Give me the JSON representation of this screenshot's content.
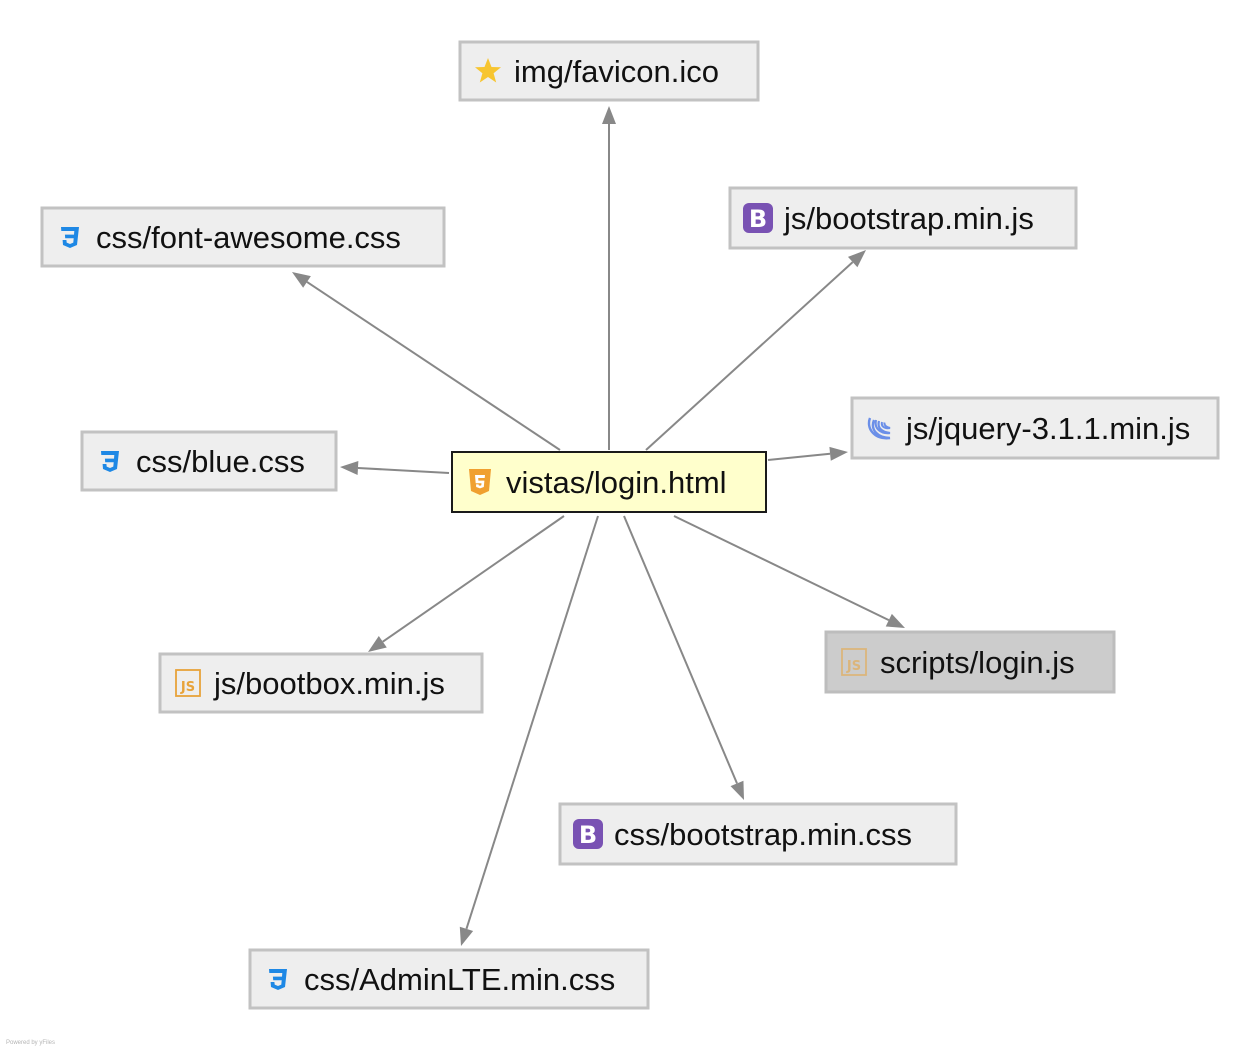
{
  "center": {
    "id": "login_html",
    "label": "vistas/login.html",
    "icon": "html5-icon"
  },
  "nodes": [
    {
      "id": "favicon",
      "label": "img/favicon.ico",
      "icon": "star-icon"
    },
    {
      "id": "font_awesome",
      "label": "css/font-awesome.css",
      "icon": "css3-icon"
    },
    {
      "id": "bootstrap_js",
      "label": "js/bootstrap.min.js",
      "icon": "bootstrap-icon"
    },
    {
      "id": "jquery",
      "label": "js/jquery-3.1.1.min.js",
      "icon": "jquery-icon"
    },
    {
      "id": "blue_css",
      "label": "css/blue.css",
      "icon": "css3-icon"
    },
    {
      "id": "login_js",
      "label": "scripts/login.js",
      "icon": "js-file-icon",
      "selected": true
    },
    {
      "id": "bootbox",
      "label": "js/bootbox.min.js",
      "icon": "js-file-icon"
    },
    {
      "id": "bootstrap_css",
      "label": "css/bootstrap.min.css",
      "icon": "bootstrap-icon"
    },
    {
      "id": "adminlte",
      "label": "css/AdminLTE.min.css",
      "icon": "css3-icon"
    }
  ],
  "edges": [
    {
      "from": "login_html",
      "to": "favicon"
    },
    {
      "from": "login_html",
      "to": "font_awesome"
    },
    {
      "from": "login_html",
      "to": "bootstrap_js"
    },
    {
      "from": "login_html",
      "to": "jquery"
    },
    {
      "from": "login_html",
      "to": "blue_css"
    },
    {
      "from": "login_html",
      "to": "login_js"
    },
    {
      "from": "login_html",
      "to": "bootbox"
    },
    {
      "from": "login_html",
      "to": "bootstrap_css"
    },
    {
      "from": "login_html",
      "to": "adminlte"
    }
  ],
  "colors": {
    "edge": "#888888",
    "center_fill": "#ffffcc",
    "node_fill": "#eeeeee",
    "selected_fill": "#cccccc",
    "css3": "#1e88e5",
    "bootstrap": "#7952b3",
    "jquery": "#6b8fe8",
    "html5": "#f0a030",
    "js": "#e8a33a",
    "star": "#f7c530"
  },
  "watermark": "Powered by yFiles"
}
